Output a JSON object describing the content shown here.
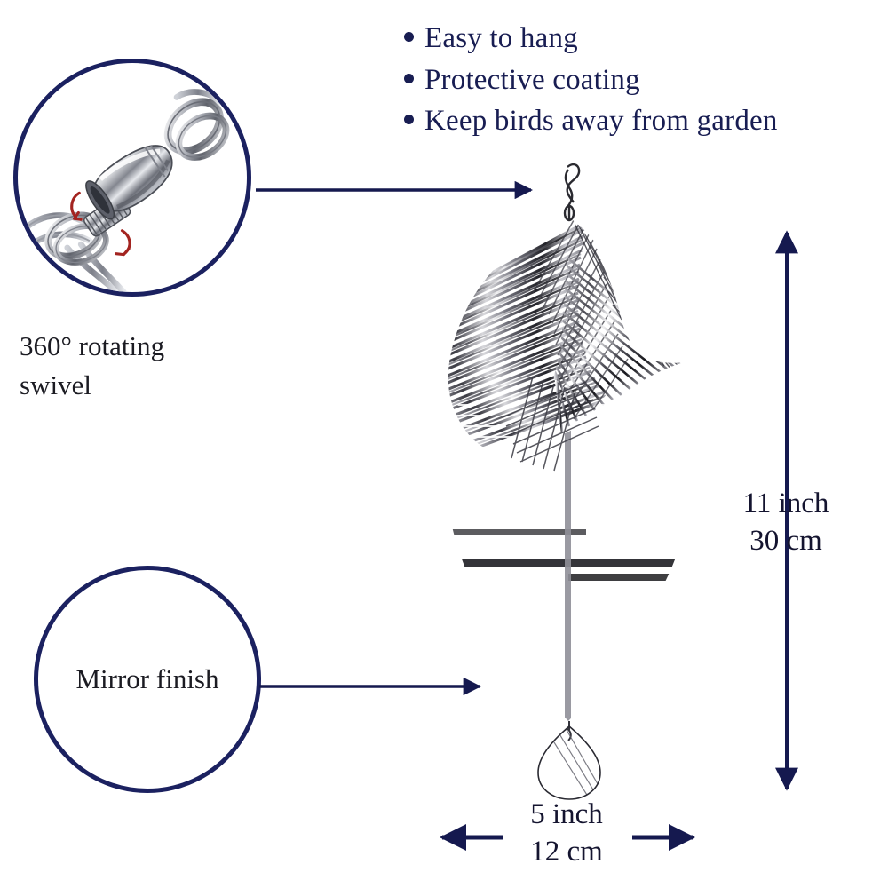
{
  "page": {
    "background_color": "#ffffff",
    "accent_color": "#1b2160",
    "text_color": "#181d52"
  },
  "features": {
    "items": [
      {
        "label": "Easy to hang"
      },
      {
        "label": "Protective coating"
      },
      {
        "label": "Keep birds away from garden"
      }
    ]
  },
  "callouts": {
    "swivel": {
      "caption_line1": "360° rotating",
      "caption_line2": "swivel",
      "photo_alt": "chrome barrel swivel with split rings"
    },
    "mirror": {
      "label": "Mirror finish"
    }
  },
  "dimensions": {
    "height": {
      "imperial": "11 inch",
      "metric": "30 cm"
    },
    "width": {
      "imperial": "5 inch",
      "metric": "12 cm"
    }
  },
  "product": {
    "name": "helix spiral wind spinner",
    "finish": "mirror polished stainless steel"
  }
}
